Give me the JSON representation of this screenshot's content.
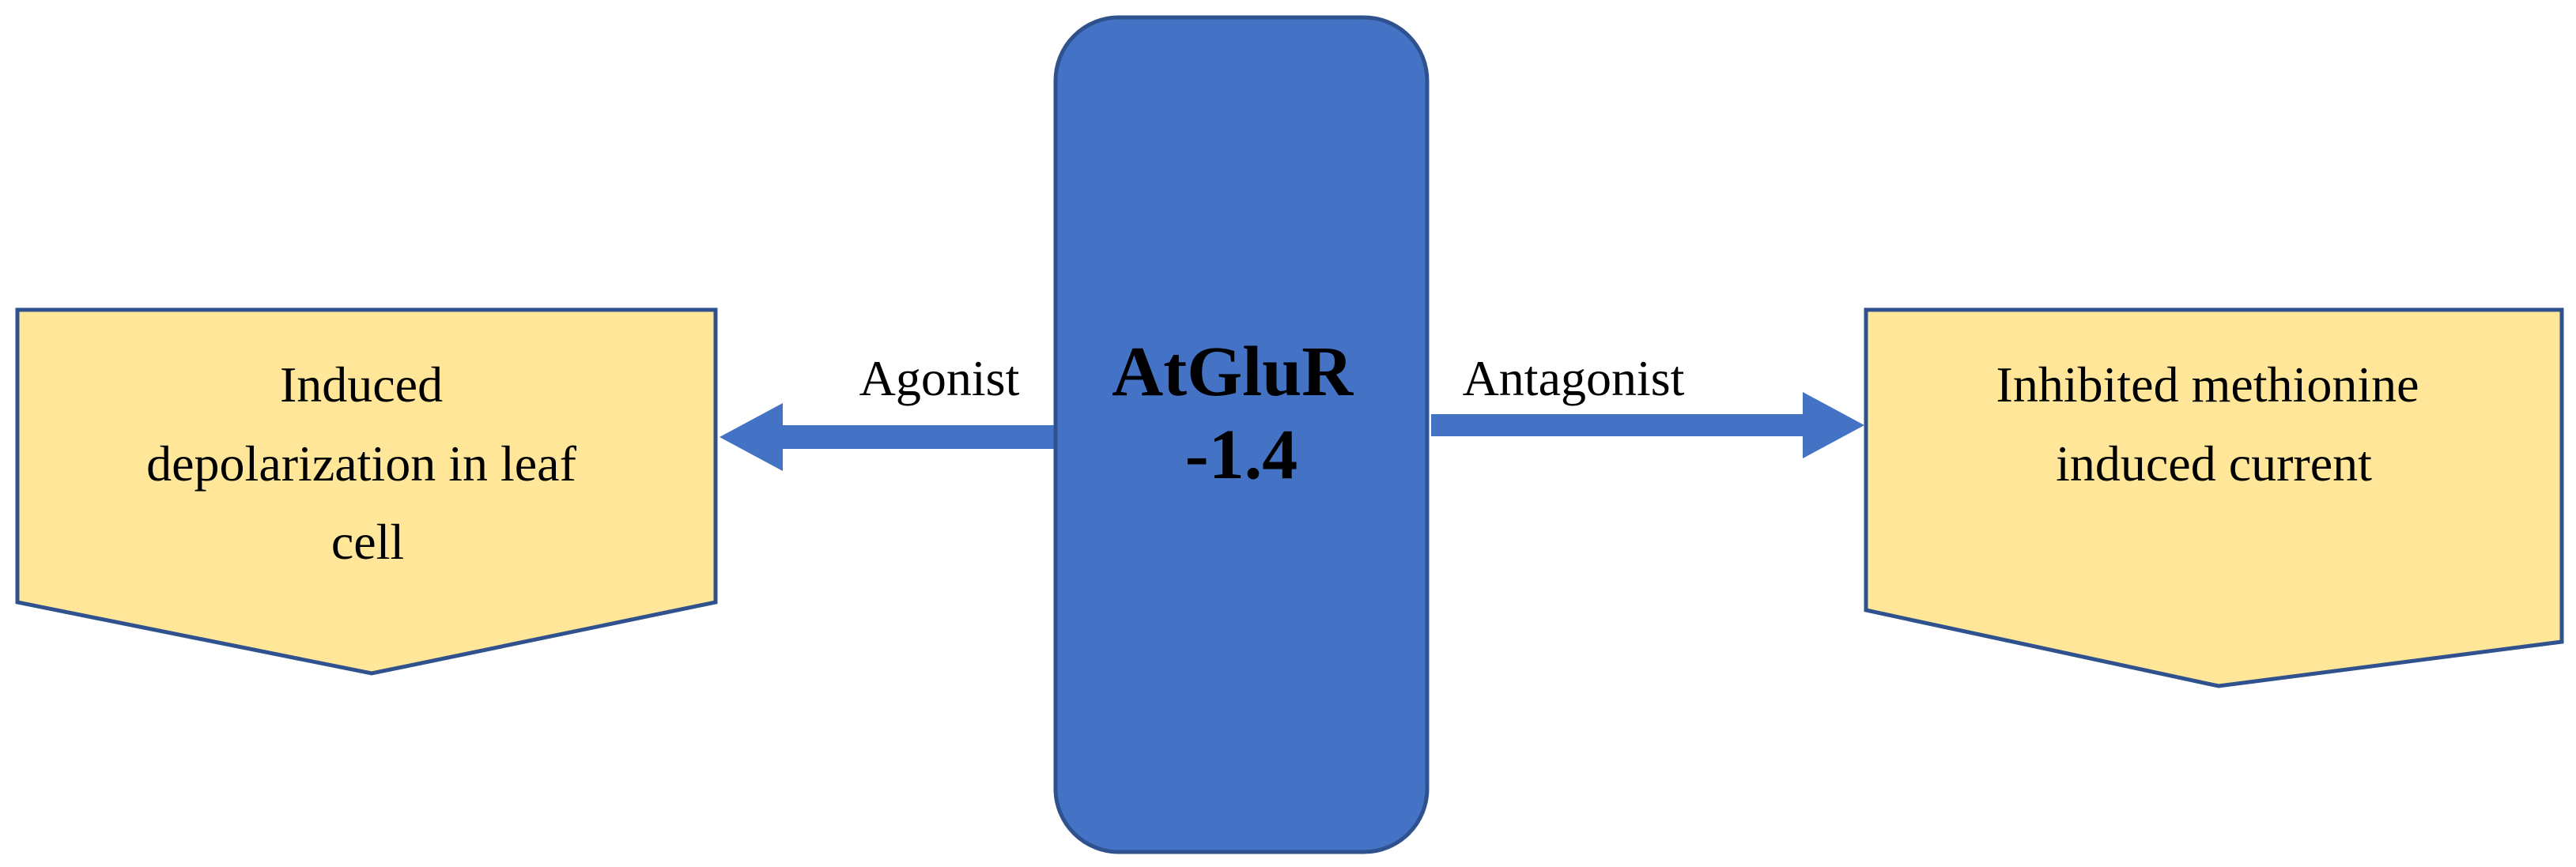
{
  "center_box": {
    "line1": "AtGluR",
    "line2": "-1.4",
    "fill": "#4472C4",
    "stroke": "#2F528F"
  },
  "left_arrow": {
    "label": "Agonist",
    "color": "#4472C4"
  },
  "right_arrow": {
    "label": "Antagonist",
    "color": "#4472C4"
  },
  "left_box": {
    "lines": [
      "Induced",
      "depolarization in leaf",
      "cell"
    ],
    "fill": "#FFE699",
    "stroke": "#2F528F"
  },
  "right_box": {
    "lines": [
      "Inhibited methionine",
      "induced current"
    ],
    "fill": "#FFE699",
    "stroke": "#2F528F"
  }
}
